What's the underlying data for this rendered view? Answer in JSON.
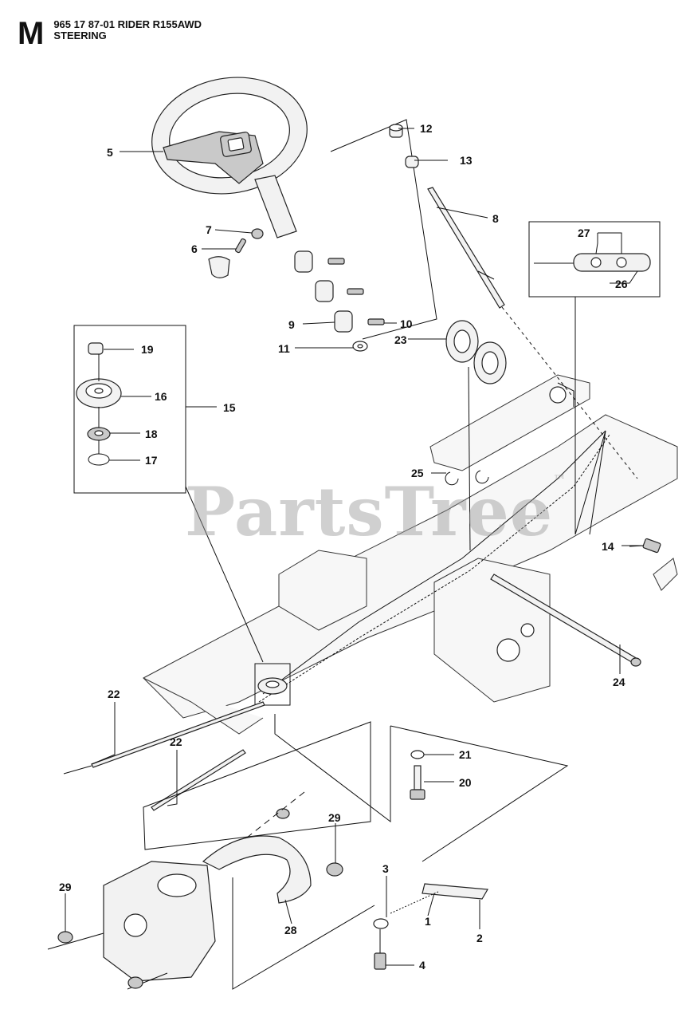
{
  "header": {
    "section_letter": "M",
    "model_line": "965 17 87-01 RIDER R155AWD",
    "section_title": "STEERING"
  },
  "watermark": {
    "text": "PartsTree",
    "mark": "™"
  },
  "callouts": {
    "c1": "1",
    "c2": "2",
    "c3": "3",
    "c4": "4",
    "c5": "5",
    "c6": "6",
    "c7": "7",
    "c8": "8",
    "c9": "9",
    "c10": "10",
    "c11": "11",
    "c12": "12",
    "c13": "13",
    "c14": "14",
    "c15": "15",
    "c16": "16",
    "c17": "17",
    "c18": "18",
    "c19": "19",
    "c20": "20",
    "c21": "21",
    "c22a": "22",
    "c22b": "22",
    "c23": "23",
    "c24": "24",
    "c25": "25",
    "c26": "26",
    "c27": "27",
    "c28": "28",
    "c29a": "29",
    "c29b": "29"
  },
  "colors": {
    "line": "#111111",
    "part_fill": "#f2f2f2",
    "watermark": "#969696"
  }
}
